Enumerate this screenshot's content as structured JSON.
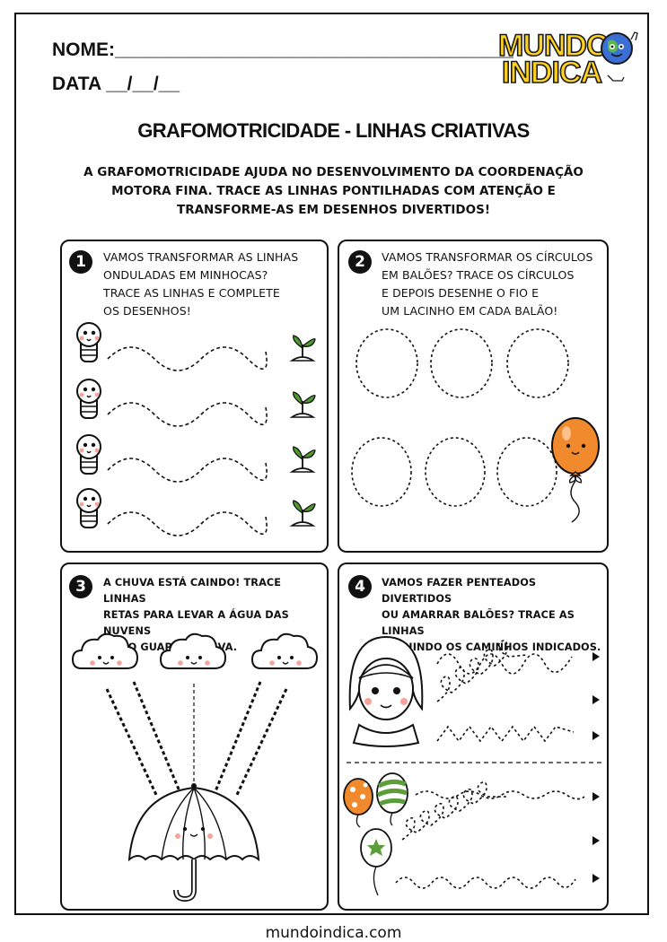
{
  "header": {
    "name_label": "NOME:______________________________________",
    "date_label": "DATA __/__/__"
  },
  "logo": {
    "line1": "MUNDO",
    "line2": "INDICA",
    "icon": "globe-mascot-icon"
  },
  "title": "GRAFOMOTRICIDADE - LINHAS CRIATIVAS",
  "intro": [
    "A GRAFOMOTRICIDADE AJUDA NO DESENVOLVIMENTO DA COORDENAÇÃO",
    "MOTORA FINA. TRACE AS LINHAS PONTILHADAS COM ATENÇÃO E",
    "TRANSFORME-AS EM DESENHOS DIVERTIDOS!"
  ],
  "activities": [
    {
      "number": "1",
      "lines": [
        "VAMOS TRANSFORMAR AS LINHAS",
        "ONDULADAS EM MINHOCAS?",
        "TRACE AS LINHAS E COMPLETE",
        "OS DESENHOS!"
      ]
    },
    {
      "number": "2",
      "lines": [
        "VAMOS TRANSFORMAR OS CÍRCULOS",
        "EM BALÕES? TRACE OS CÍRCULOS",
        "E DEPOIS DESENHE O FIO E",
        "UM LACINHO EM CADA BALÃO!"
      ]
    },
    {
      "number": "3",
      "lines": [
        "A CHUVA ESTÁ CAINDO! TRACE LINHAS",
        "RETAS PARA LEVAR A ÁGUA DAS NUVENS",
        "ATÉ O GUARDA-CHUVA."
      ]
    },
    {
      "number": "4",
      "lines": [
        "VAMOS FAZER PENTEADOS DIVERTIDOS",
        "OU AMARRAR BALÕES? TRACE AS LINHAS",
        "SEGUINDO OS CAMINHOS INDICADOS."
      ]
    }
  ],
  "colors": {
    "balloon_orange": "#f08a2c",
    "balloon_green": "#5b9e3a",
    "plant_green": "#4f9a2e",
    "cheek_pink": "#f4a49a"
  },
  "footer": "mundoindica.com"
}
